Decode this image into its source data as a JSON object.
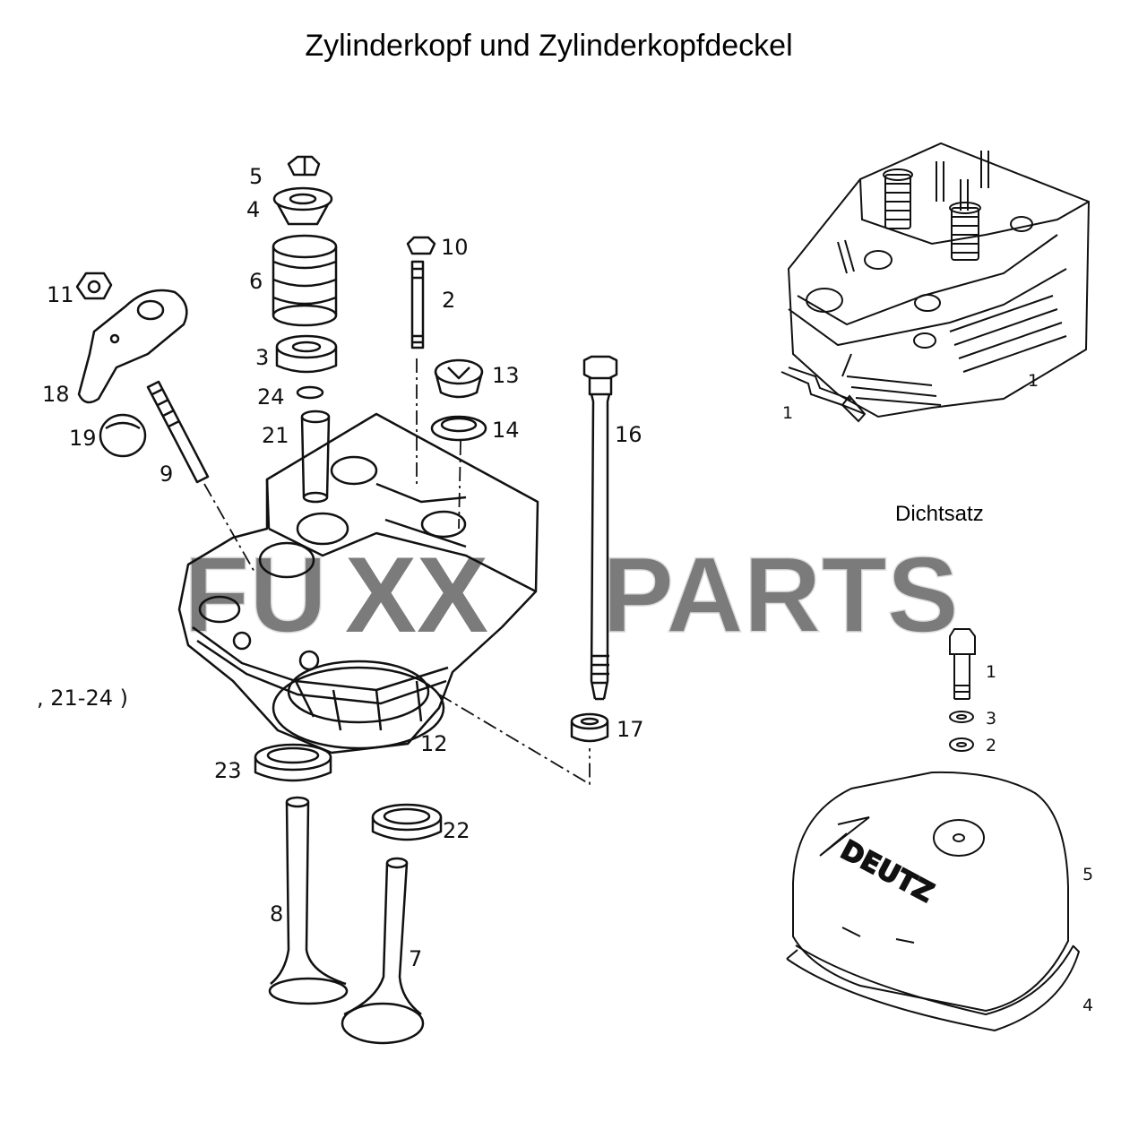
{
  "title": "Zylinderkopf und Zylinderkopfdeckel",
  "gasket_set_label": "Dichtsatz",
  "range_note": ", 21-24 )",
  "watermark": {
    "left": "FU",
    "middle": "XX",
    "right": "PARTS"
  },
  "cover_brand": "DEUTZ",
  "callouts_main": {
    "c2": "2",
    "c3": "3",
    "c4": "4",
    "c5": "5",
    "c6": "6",
    "c7": "7",
    "c8": "8",
    "c9": "9",
    "c10": "10",
    "c11": "11",
    "c12": "12",
    "c13": "13",
    "c14": "14",
    "c16": "16",
    "c17": "17",
    "c18": "18",
    "c19": "19",
    "c21": "21",
    "c22": "22",
    "c23": "23",
    "c24": "24"
  },
  "callouts_head": {
    "a": "1",
    "b": "1"
  },
  "callouts_cover": {
    "c1": "1",
    "c2": "2",
    "c3": "3",
    "c4": "4",
    "c5": "5"
  }
}
